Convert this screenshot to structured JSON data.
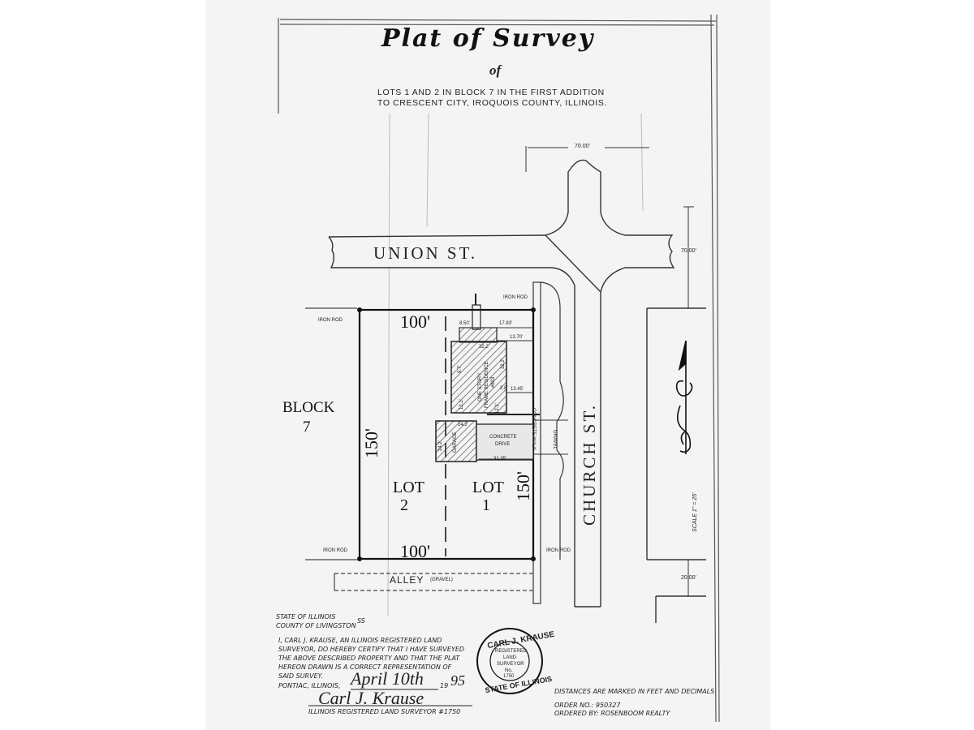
{
  "title": "Plat of Survey",
  "of": "of",
  "description": {
    "line1": "LOTS 1 AND 2 IN BLOCK 7 IN THE FIRST ADDITION",
    "line2": "TO CRESCENT CITY, IROQUOIS COUNTY, ILLINOIS."
  },
  "streets": {
    "union": "UNION ST.",
    "church": "CHURCH ST.",
    "alley": "ALLEY",
    "alley_note": "(GRAVEL)"
  },
  "block": {
    "label": "BLOCK",
    "number": "7"
  },
  "lots": [
    {
      "label": "LOT",
      "number": "2"
    },
    {
      "label": "LOT",
      "number": "1"
    }
  ],
  "dimensions": {
    "top": "100'",
    "bottom": "100'",
    "left": "150'",
    "right": "150'",
    "street_width_top": "70.00'",
    "street_width_right": "70.00'",
    "alley_width": "20.00'",
    "d_8_50": "8.50'",
    "d_17_83": "17.83'",
    "d_13_70": "13.70'",
    "d_32_2_top": "32.2'",
    "d_32_2_side": "32.2'",
    "d_2_8": "2.8'",
    "d_13_45": "13.45'",
    "d_12_1_a": "12.1'",
    "d_12_1_b": "12.1'",
    "d_24_2_a": "24.2'",
    "d_24_2_b": "24.2'",
    "d_31_35": "31.35'",
    "d_9_7": "9.7'"
  },
  "labels": {
    "iron_rod_tl": "IRON ROD",
    "iron_rod_tr": "IRON ROD",
    "iron_rod_bl": "IRON ROD",
    "iron_rod_br": "IRON ROD",
    "concrete_walk": "CONCRETE WALK",
    "gravel": "GRAVEL",
    "concrete_drive_1": "CONCRETE",
    "concrete_drive_2": "DRIVE",
    "garage": "GARAGE",
    "residence_1": "ONE STORY",
    "residence_2": "FRAME RESIDENCE",
    "residence_3": "#603"
  },
  "scale": "SCALE 1\" = 25'",
  "certificate": {
    "state": "STATE OF ILLINOIS",
    "ss": "SS",
    "county": "COUNTY OF LIVINGSTON",
    "line1": "I, CARL J. KRAUSE, AN ILLINOIS REGISTERED LAND",
    "line2": "SURVEYOR, DO HEREBY CERTIFY THAT I HAVE SURVEYED",
    "line3": "THE ABOVE DESCRIBED PROPERTY AND THAT THE PLAT",
    "line4": "HEREON DRAWN IS A CORRECT REPRESENTATION OF",
    "line5": "SAID SURVEY.",
    "place": "PONTIAC, ILLINOIS,",
    "date_hand": "April 10th",
    "year_prefix": "19",
    "year_hand": "95",
    "signature": "Carl J. Krause",
    "surveyor_line": "ILLINOIS REGISTERED LAND SURVEYOR #1750"
  },
  "seal": {
    "outer_top": "CARL J. KRAUSE",
    "outer_bottom": "STATE OF ILLINOIS",
    "inner1": "REGISTERED",
    "inner2": "LAND",
    "inner3": "SURVEYOR",
    "inner4": "No.",
    "inner5": "1750"
  },
  "notes": {
    "distances": "DISTANCES ARE MARKED IN FEET AND DECIMALS",
    "order": "ORDER NO.: 950327",
    "ordered_by": "ORDERED BY: ROSENBOOM REALTY"
  }
}
